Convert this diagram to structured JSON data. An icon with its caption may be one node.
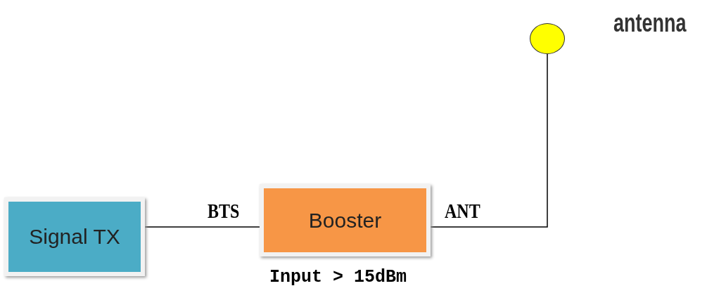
{
  "diagram": {
    "nodes": [
      {
        "text": [
          "Signal TX"
        ]
      },
      {
        "text": [
          "Booster"
        ],
        "beside": [
          "Input > 15dBm"
        ]
      },
      {
        "text": [],
        "shape": "circle",
        "beside": [
          "antenna"
        ]
      }
    ],
    "edges": [
      {
        "from": 0,
        "to": 1,
        "arrow": "none"
      },
      {
        "from": 1,
        "to": 2,
        "arrow": "none"
      }
    ],
    "labels": [
      "BTS",
      "ANT"
    ]
  }
}
